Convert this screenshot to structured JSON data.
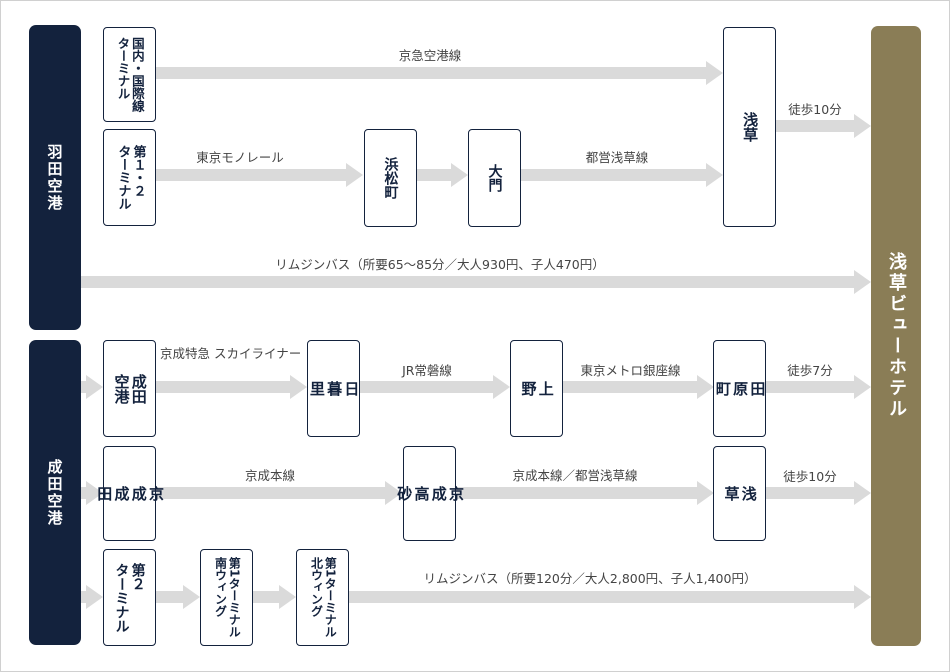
{
  "airports": {
    "haneda": "羽田空港",
    "narita": "成田空港"
  },
  "hotel": "浅草ビューホテル",
  "haneda": {
    "domestic_terminal": "国内・国際線\nターミナル",
    "terminal12": "第１・２\nターミナル",
    "keikyu_line": "京急空港線",
    "monorail": "東京モノレール",
    "hamamatsucho": "浜松町",
    "daimon": "大門",
    "asakusa_line": "都営浅草線",
    "asakusa": "浅草",
    "walk": "徒歩10分",
    "limousine": "リムジンバス（所要65〜85分／大人930円、子人470円）"
  },
  "narita": {
    "airport_station": "成田\n空港",
    "skyliner": "京成特急\nスカイライナー",
    "nippori": "日\n暮\n里",
    "joban_line": "JR常磐線",
    "ueno": "上\n野",
    "ginza_line": "東京メトロ銀座線",
    "tawaramachi": "田\n原\n町",
    "walk7": "徒歩7分",
    "keisei_narita": "京\n成\n成\n田",
    "keisei_main": "京成本線",
    "keisei_takasago": "京\n成\n高\n砂",
    "keisei_asakusa_line": "京成本線／都営浅草線",
    "asakusa": "浅\n草",
    "walk10": "徒歩10分",
    "terminal2": "第２\nターミナル",
    "terminal1_south": "第1ターミナル\n南ウィング",
    "terminal1_north": "第1ターミナル\n北ウィング",
    "limousine": "リムジンバス（所要120分／大人2,800円、子人1,400円）"
  }
}
